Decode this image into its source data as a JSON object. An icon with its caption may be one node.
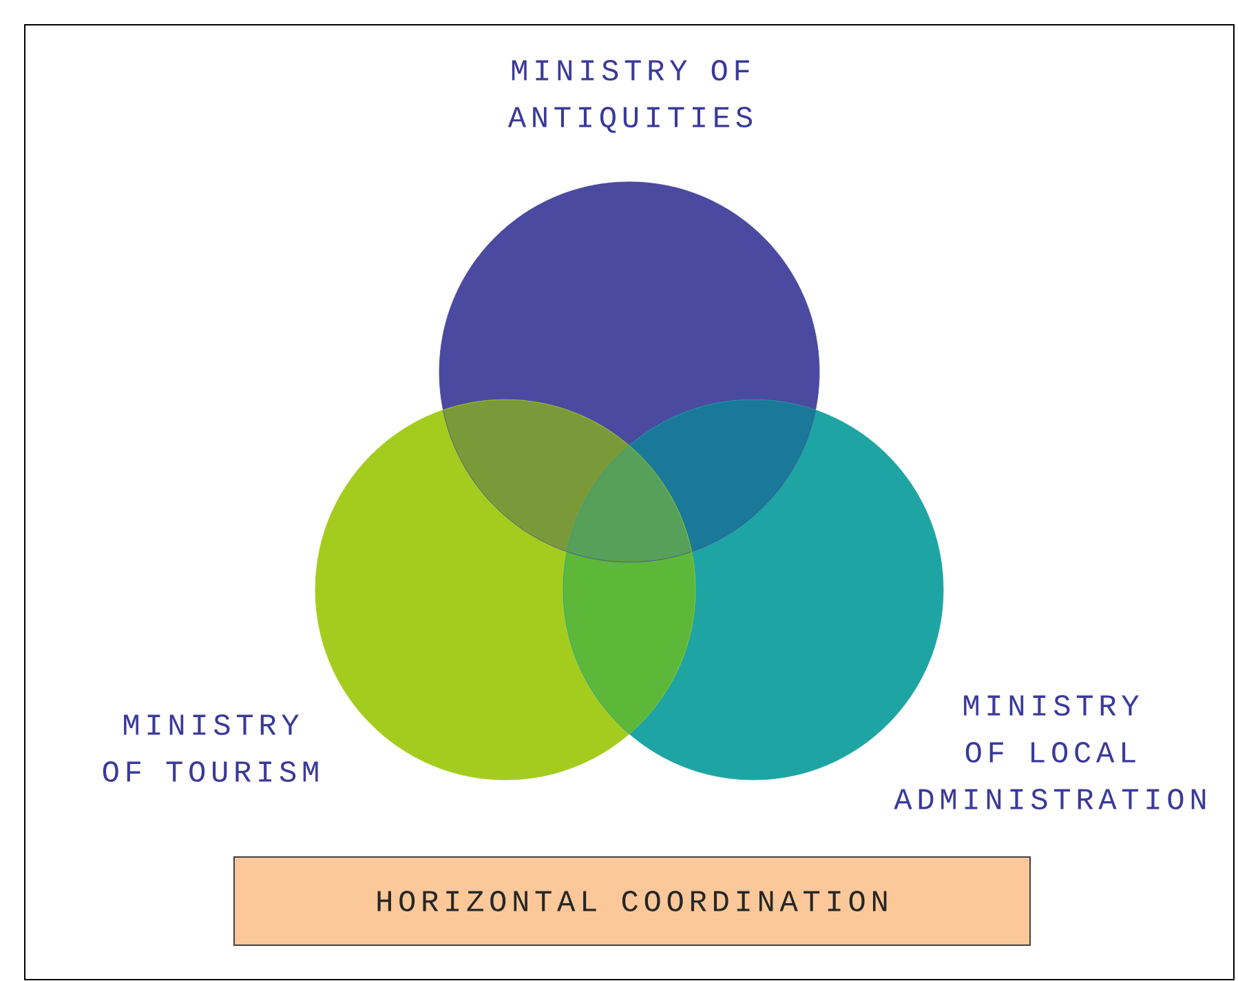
{
  "diagram": {
    "nodes": [
      {
        "text": [
          "MINISTRY OF ANTIQUITIES"
        ]
      },
      {
        "text": [
          "MINISTRY OF TOURISM"
        ]
      },
      {
        "text": [
          "MINISTRY OF LOCAL ADMINISTRATION"
        ]
      },
      {
        "text": [
          "HORIZONTAL COORDINATION"
        ]
      }
    ]
  }
}
